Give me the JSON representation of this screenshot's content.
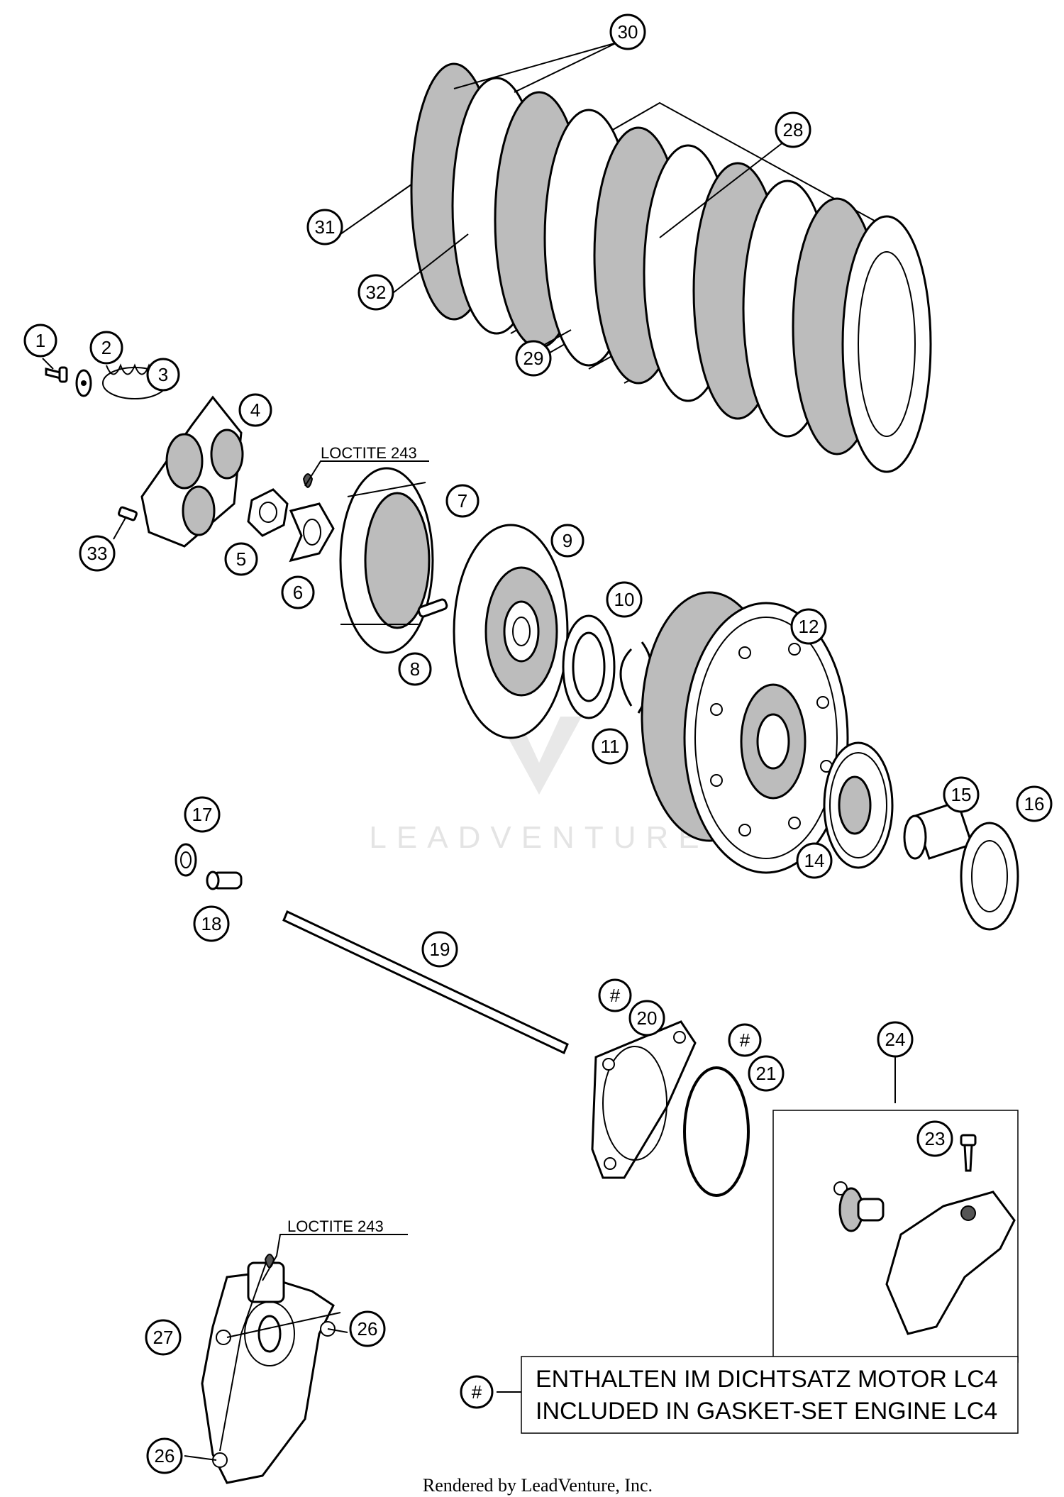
{
  "callouts": {
    "c1": "1",
    "c2": "2",
    "c3": "3",
    "c4": "4",
    "c5": "5",
    "c6": "6",
    "c7": "7",
    "c8": "8",
    "c9": "9",
    "c10": "10",
    "c11": "11",
    "c12": "12",
    "c14": "14",
    "c15": "15",
    "c16": "16",
    "c17": "17",
    "c18": "18",
    "c19": "19",
    "c20": "20",
    "c21": "21",
    "c23": "23",
    "c24": "24",
    "c26a": "26",
    "c26b": "26",
    "c27": "27",
    "c28": "28",
    "c29": "29",
    "c30": "30",
    "c31": "31",
    "c32": "32",
    "c33": "33",
    "hash20": "#",
    "hash21": "#",
    "hash_legend": "#"
  },
  "notes": {
    "loctite_top": "LOCTITE 243",
    "loctite_bottom": "LOCTITE 243"
  },
  "legend": {
    "line1": "ENTHALTEN IM DICHTSATZ MOTOR LC4",
    "line2": "INCLUDED IN GASKET-SET ENGINE LC4"
  },
  "watermark": "LEADVENTURE",
  "footer": "Rendered by LeadVenture, Inc."
}
